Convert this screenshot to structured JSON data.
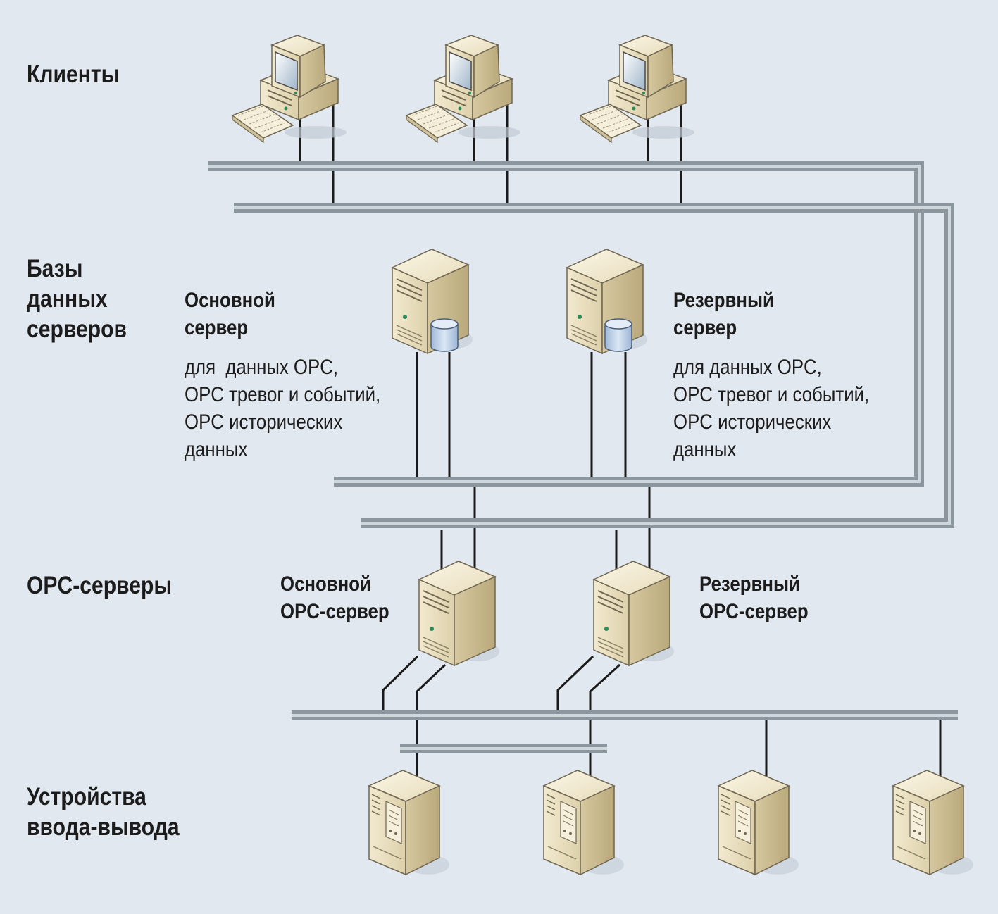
{
  "tiers": {
    "clients": "Клиенты",
    "db": [
      "Базы",
      "данных",
      "серверов"
    ],
    "opc": "OPC-серверы",
    "io": [
      "Устройства",
      "ввода-вывода"
    ]
  },
  "db_servers": {
    "main": {
      "title": [
        "Основной",
        "сервер"
      ],
      "desc": [
        "для  данных OPC,",
        "OPC тревог и событий,",
        "OPC исторических",
        "данных"
      ]
    },
    "backup": {
      "title": [
        "Резервный",
        "сервер"
      ],
      "desc": [
        "для данных OPC,",
        "OPC тревог и событий,",
        "OPC исторических",
        "данных"
      ]
    }
  },
  "opc_servers": {
    "main": [
      "Основной",
      "OPC-сервер"
    ],
    "backup": [
      "Резервный",
      "OPC-сервер"
    ]
  },
  "icons": {
    "client": "desktop-computer-icon",
    "db_server": "database-server-icon",
    "opc_server": "tower-server-icon",
    "io_device": "io-device-icon"
  },
  "colors": {
    "background": "#e2e8f0",
    "bus_outer": "#8c969f",
    "bus_inner": "#cfd6dc",
    "wire": "#1a1a1a",
    "device_body": "#ede3c6",
    "device_shade": "#c4b48a",
    "database": "#b7cbe4"
  }
}
